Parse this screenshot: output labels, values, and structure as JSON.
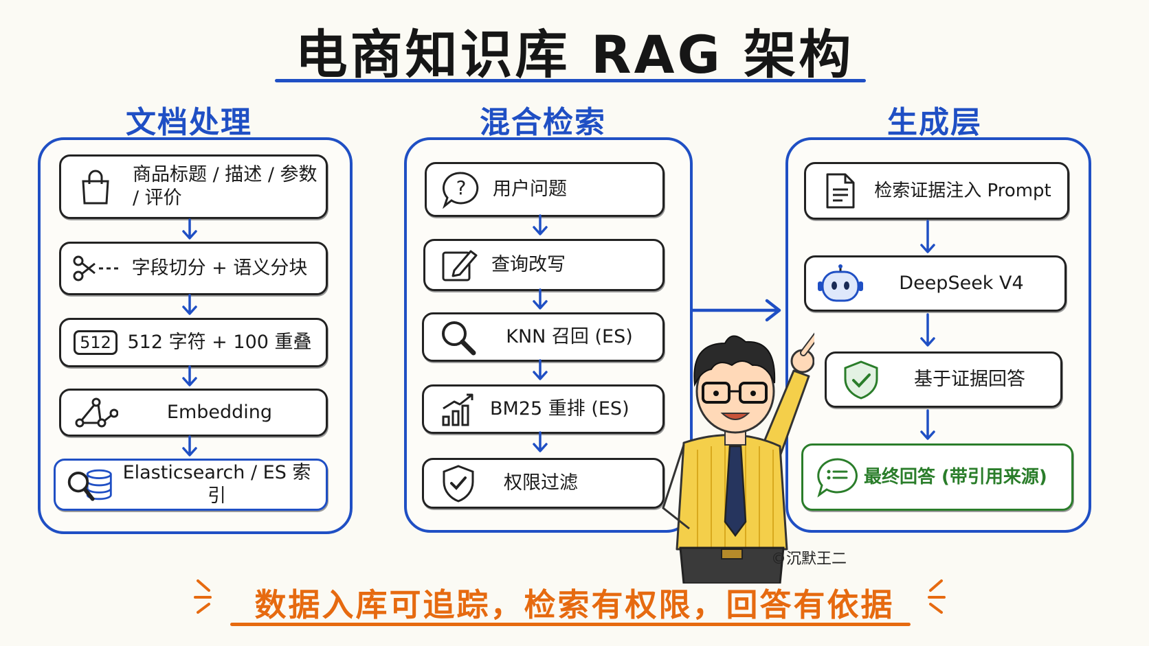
{
  "title": "电商知识库 RAG 架构",
  "columns": [
    {
      "heading": "文档处理",
      "steps": [
        {
          "icon": "shopping-bag-icon",
          "label": "商品标题 / 描述 / 参数 / 评价"
        },
        {
          "icon": "scissors-icon",
          "label": "字段切分 + 语义分块"
        },
        {
          "icon": "chunk-512-icon",
          "icon_text": "512",
          "label": "512 字符 + 100 重叠"
        },
        {
          "icon": "graph-nodes-icon",
          "label": "Embedding"
        },
        {
          "icon": "database-search-icon",
          "label": "Elasticsearch / ES 索引"
        }
      ]
    },
    {
      "heading": "混合检索",
      "steps": [
        {
          "icon": "question-bubble-icon",
          "label": "用户问题"
        },
        {
          "icon": "edit-pencil-icon",
          "label": "查询改写"
        },
        {
          "icon": "magnifier-icon",
          "label": "KNN 召回 (ES)"
        },
        {
          "icon": "bar-chart-icon",
          "label": "BM25 重排 (ES)"
        },
        {
          "icon": "shield-icon",
          "label": "权限过滤"
        }
      ]
    },
    {
      "heading": "生成层",
      "steps": [
        {
          "icon": "document-icon",
          "label": "检索证据注入 Prompt"
        },
        {
          "icon": "robot-icon",
          "label": "DeepSeek V4"
        },
        {
          "icon": "shield-check-icon",
          "label": "基于证据回答"
        },
        {
          "icon": "chat-bubble-icon",
          "label": "最终回答 (带引用来源)"
        }
      ]
    }
  ],
  "credit": "©沉默王二",
  "footer": "数据入库可追踪，检索有权限，回答有依据",
  "colors": {
    "accent_blue": "#1f4fc4",
    "footer_orange": "#e66a10",
    "final_green": "#2a7d2a"
  }
}
